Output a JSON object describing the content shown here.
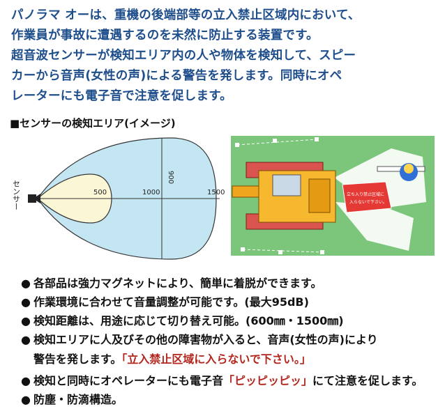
{
  "intro": {
    "lines": [
      "パノラマ オーは、重機の後端部等の立入禁止区域内において、",
      "作業員が事故に遭遇するのを未然に防止する装置です。",
      "超音波センサーが検知エリア内の人や物体を検知して、スピー",
      "カーから音声(女性の声)による警告を発します。同時にオペ",
      "レーターにも電子音で注意を促します。"
    ]
  },
  "section": {
    "title": "■センサーの検知エリア(イメージ)"
  },
  "diagram": {
    "sensor_label": "センサー",
    "label_500": "500",
    "label_1000": "1000",
    "label_1500": "1500",
    "label_900": "900",
    "colors": {
      "outer_fill": "#c4e6f3",
      "inner_fill": "#fbf6d6",
      "stroke": "#333333"
    }
  },
  "illustration": {
    "sign_line1": "立ち入り禁止区域に",
    "sign_line2": "入らないで下さい。",
    "colors": {
      "ground": "#7bc67a",
      "machine": "#f0a51e",
      "track": "#d9534f",
      "sign": "#e53935"
    }
  },
  "bullets": {
    "marker": "●",
    "items": [
      {
        "text": "各部品は強力マグネットにより、簡単に着脱ができます。"
      },
      {
        "text": "作業環境に合わせて音量調整が可能です。(最大95dB)"
      },
      {
        "text": "検知距離は、用途に応じて切り替え可能。(600㎜・1500㎜)"
      },
      {
        "line1": "検知エリアに人及びその他の障害物が入ると、音声(女性の声)により",
        "line2_prefix": "警告を発します。",
        "line2_red": "「立入禁止区域に入らないで下さい。」"
      },
      {
        "prefix": "検知と同時にオペレーターにも電子音",
        "red": "「ピッピッピッ」",
        "suffix": "にて注意を促します。"
      },
      {
        "text": "防塵・防滴構造。"
      }
    ]
  }
}
